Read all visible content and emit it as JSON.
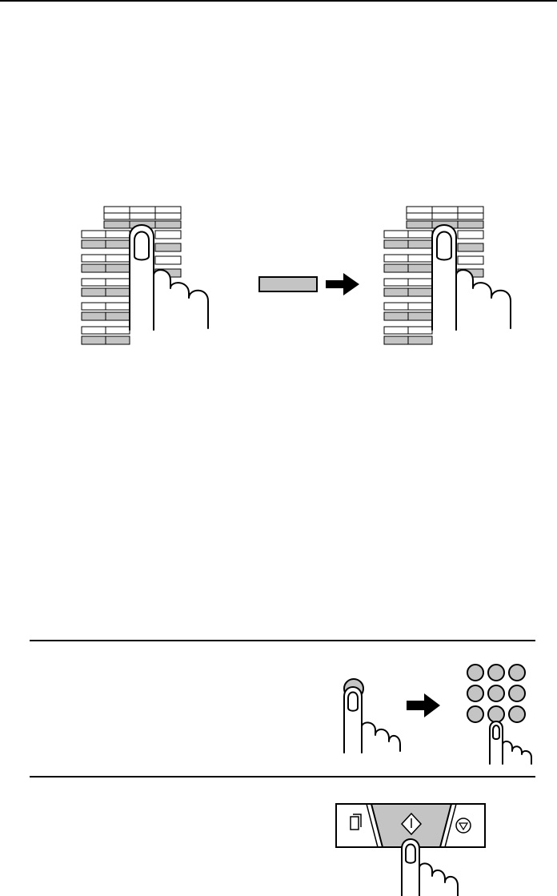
{
  "page": {
    "title": "",
    "body_text": ""
  },
  "colors": {
    "ink": "#000000",
    "key_fill": "#c4c4c4",
    "paper": "#ffffff"
  },
  "illustrations": {
    "top": {
      "left_panel": "one-touch-keypad-press",
      "middle": "display-button",
      "arrow": "right-arrow-icon",
      "right_panel": "one-touch-keypad-press"
    },
    "step1": {
      "button": "single-round-button",
      "arrow": "right-arrow-icon",
      "keypad": "number-keypad-3x3"
    },
    "step2": {
      "panel": "copy-start-stop-panel",
      "icons": [
        "copy-icon",
        "start-icon",
        "stop-icon"
      ]
    }
  }
}
